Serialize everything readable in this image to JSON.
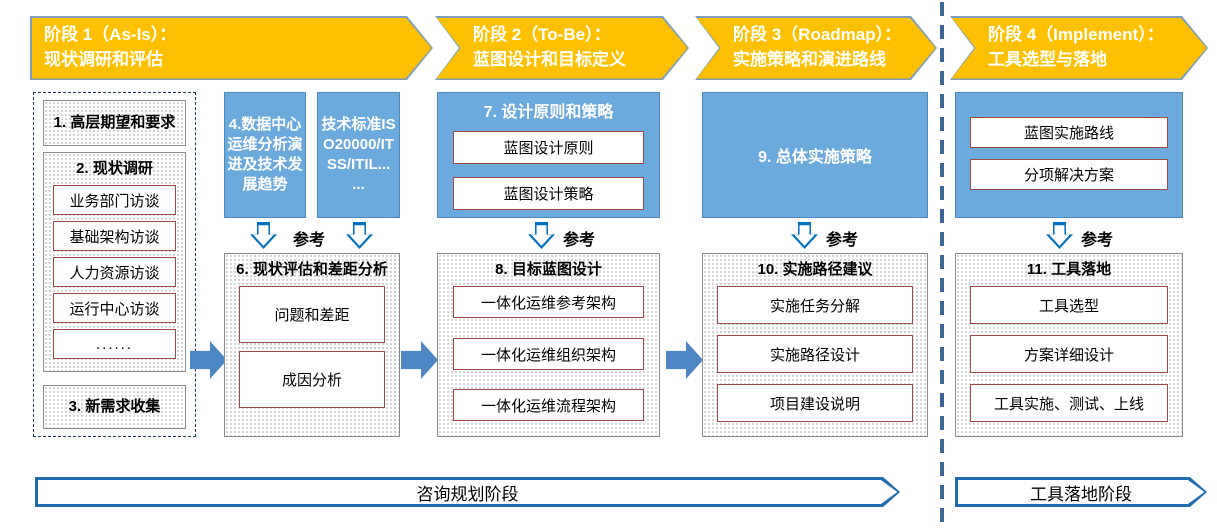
{
  "banners": [
    {
      "line1": "阶段 1（As-Is）：",
      "line2": "现状调研和评估"
    },
    {
      "line1": "阶段 2（To-Be）：",
      "line2": "蓝图设计和目标定义"
    },
    {
      "line1": "阶段 3（Roadmap）：",
      "line2": "实施策略和演进路线"
    },
    {
      "line1": "阶段 4（Implement）：",
      "line2": "工具选型与落地"
    }
  ],
  "labels": {
    "ref": "参考"
  },
  "col1": {
    "box1": "1. 高层期望和要求",
    "box2_title": "2. 现状调研",
    "box2_items": [
      "业务部门访谈",
      "基础架构访谈",
      "人力资源访谈",
      "运行中心访谈",
      "......"
    ],
    "box3": "3. 新需求收集"
  },
  "col2": {
    "blue1": "4.数据中心运维分析演进及技术发展趋势",
    "blue2": "技术标准ISO20000/ITSS/ITIL... ...",
    "box6_title": "6. 现状评估和差距分析",
    "box6_items": [
      "问题和差距",
      "成因分析"
    ]
  },
  "col3": {
    "blue_title": "7. 设计原则和策略",
    "blue_items": [
      "蓝图设计原则",
      "蓝图设计策略"
    ],
    "box8_title": "8. 目标蓝图设计",
    "box8_items": [
      "一体化运维参考架构",
      "一体化运维组织架构",
      "一体化运维流程架构"
    ]
  },
  "col4": {
    "blue_title": "9. 总体实施策略",
    "box10_title": "10. 实施路径建议",
    "box10_items": [
      "实施任务分解",
      "实施路径设计",
      "项目建设说明"
    ]
  },
  "col5": {
    "blue_items": [
      "蓝图实施路线",
      "分项解决方案"
    ],
    "box11_title": "11. 工具落地",
    "box11_items": [
      "工具选型",
      "方案详细设计",
      "工具实施、测试、上线"
    ]
  },
  "bottom": {
    "left_label": "咨询规划阶段",
    "right_label": "工具落地阶段"
  },
  "colors": {
    "banner_fill": "#FFC000",
    "banner_border": "#7E9DBC",
    "blue_box": "#6CA9DC",
    "solid_arrow": "#4E86C6",
    "hollow_arrow_border": "#0070C0",
    "inner_box_border": "#9C4A45",
    "divider": "#3D6596",
    "bottom_arrow_border": "#1E6BB0"
  }
}
